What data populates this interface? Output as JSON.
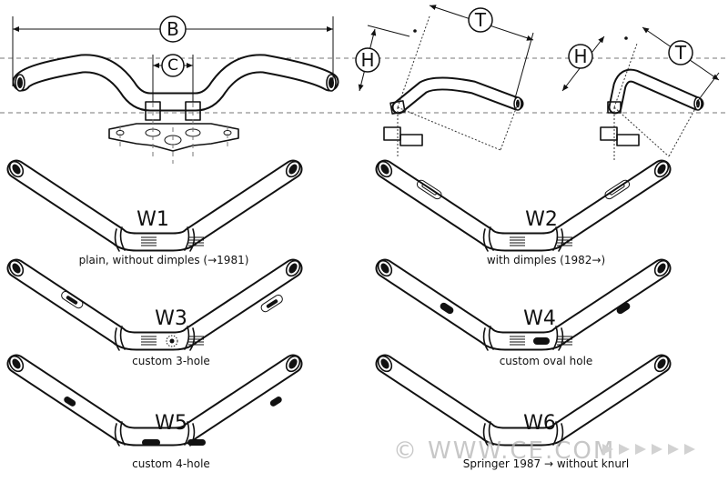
{
  "dimensions": {
    "b": "B",
    "c": "C",
    "h": "H",
    "t": "T"
  },
  "variants": [
    {
      "id": "W1",
      "caption": "plain, without dimples (→1981)"
    },
    {
      "id": "W2",
      "caption": "with dimples (1982→)"
    },
    {
      "id": "W3",
      "caption": "custom 3-hole"
    },
    {
      "id": "W4",
      "caption": "custom oval hole"
    },
    {
      "id": "W5",
      "caption": "custom 4-hole"
    },
    {
      "id": "W6",
      "caption": "Springer 1987 → without knurl"
    }
  ],
  "watermark": {
    "copyright": "©",
    "text": "WWW.CE.COM"
  }
}
